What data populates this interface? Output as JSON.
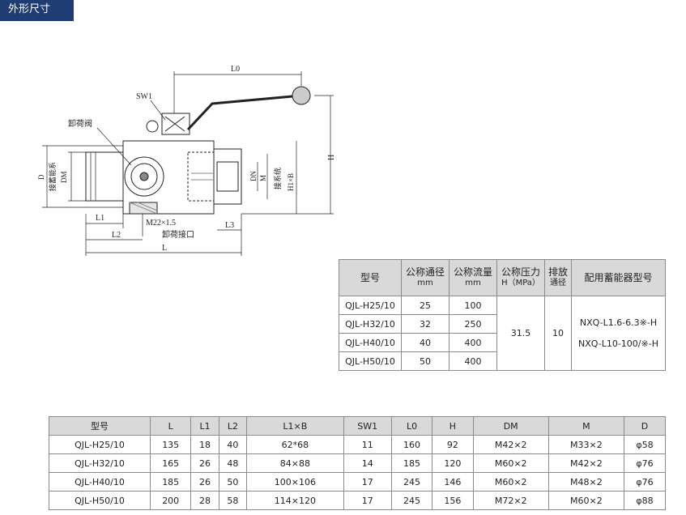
{
  "header": {
    "title": "外形尺寸"
  },
  "drawing_labels": {
    "l0": "L0",
    "sw1": "SW1",
    "relief_valve": "卸荷阀",
    "h": "H",
    "d": "D",
    "accumulator_side": "接蓄能系",
    "dm": "DM",
    "dn": "DN",
    "m": "M",
    "system_side": "接系统",
    "h1xb": "H1×B",
    "l1": "L1",
    "l2": "L2",
    "l3": "L3",
    "l": "L",
    "m22": "M22×1.5",
    "relief_port": "卸荷接口"
  },
  "table1": {
    "headers": [
      {
        "main": "型号",
        "sub": ""
      },
      {
        "main": "公称通径",
        "sub": "mm"
      },
      {
        "main": "公称流量",
        "sub": "mm"
      },
      {
        "main": "公称压力",
        "sub": "H（MPa）"
      },
      {
        "main": "排放",
        "sub": "通径"
      },
      {
        "main": "配用蓄能器型号",
        "sub": ""
      }
    ],
    "rows": [
      {
        "model": "QJL-H25/10",
        "bore": "25",
        "flow": "100"
      },
      {
        "model": "QJL-H32/10",
        "bore": "32",
        "flow": "250"
      },
      {
        "model": "QJL-H40/10",
        "bore": "40",
        "flow": "400"
      },
      {
        "model": "QJL-H50/10",
        "bore": "50",
        "flow": "400"
      }
    ],
    "pressure": "31.5",
    "drain": "10",
    "accumulator_line1": "NXQ-L1.6-6.3※-H",
    "accumulator_line2": "NXQ-L10-100/※-H"
  },
  "table2": {
    "headers": [
      "型号",
      "L",
      "L1",
      "L2",
      "L1×B",
      "SW1",
      "L0",
      "H",
      "DM",
      "M",
      "D"
    ],
    "rows": [
      [
        "QJL-H25/10",
        "135",
        "18",
        "40",
        "62*68",
        "11",
        "160",
        "92",
        "M42×2",
        "M33×2",
        "φ58"
      ],
      [
        "QJL-H32/10",
        "165",
        "26",
        "48",
        "84×88",
        "14",
        "185",
        "120",
        "M60×2",
        "M42×2",
        "φ76"
      ],
      [
        "QJL-H40/10",
        "185",
        "26",
        "50",
        "100×106",
        "17",
        "245",
        "146",
        "M60×2",
        "M48×2",
        "φ76"
      ],
      [
        "QJL-H50/10",
        "200",
        "28",
        "58",
        "114×120",
        "17",
        "245",
        "156",
        "M72×2",
        "M60×2",
        "φ88"
      ]
    ]
  }
}
